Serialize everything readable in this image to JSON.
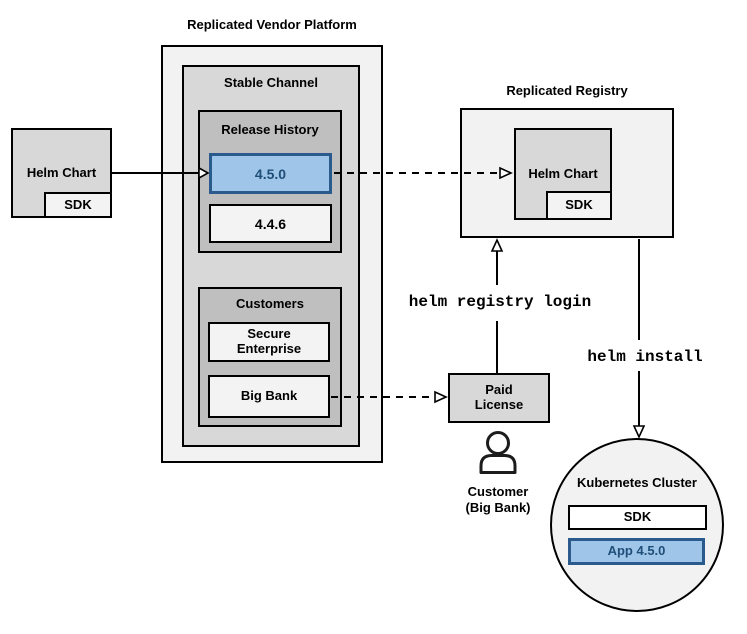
{
  "colors": {
    "highlight_fill": "#9fc5e8",
    "highlight_border": "#2a5b8c",
    "highlight_text": "#1f4e79",
    "outer_fill": "#f2f2f2",
    "mid_fill": "#d8d8d8",
    "dark_fill": "#bfbfbf",
    "item_fill": "#f3f3f3"
  },
  "vendor_platform": {
    "title": "Replicated Vendor Platform",
    "stable_channel_label": "Stable Channel",
    "release_history_label": "Release History",
    "releases": [
      "4.5.0",
      "4.4.6"
    ],
    "customers_label": "Customers",
    "customer_items": [
      "Secure Enterprise",
      "Big Bank"
    ]
  },
  "source_chart": {
    "label": "Helm Chart",
    "sdk": "SDK"
  },
  "registry": {
    "title": "Replicated Registry",
    "helm_chart_label": "Helm Chart",
    "sdk": "SDK"
  },
  "paid_license": {
    "label": "Paid License"
  },
  "customer_caption": {
    "line1": "Customer",
    "line2": "(Big Bank)"
  },
  "cluster": {
    "title": "Kubernetes Cluster",
    "sdk": "SDK",
    "app": "App 4.5.0"
  },
  "commands": {
    "login": "helm registry login",
    "install": "helm install"
  }
}
